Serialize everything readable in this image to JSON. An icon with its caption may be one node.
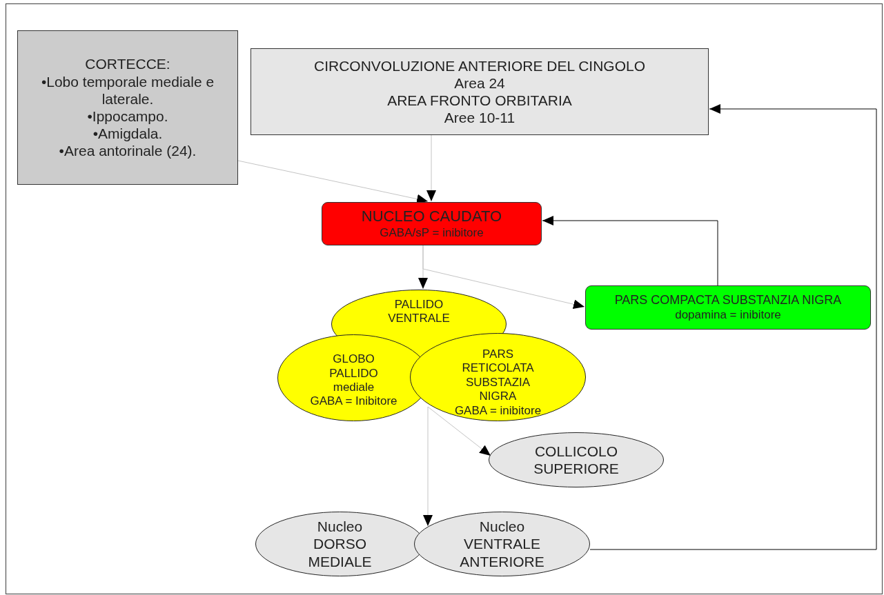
{
  "diagram": {
    "nodes": [
      {
        "text": [
          "CORTECCE:",
          "•Lobo temporale mediale e laterale.",
          "•Ippocampo.",
          "•Amigdala.",
          "•Area antorinale (24)."
        ]
      },
      {
        "text": [
          "CIRCONVOLUZIONE ANTERIORE DEL CINGOLO",
          "Area 24",
          "AREA FRONTO ORBITARIA",
          "Aree 10-11"
        ]
      },
      {
        "text": [
          "NUCLEO CAUDATO",
          "GABA/sP = inibitore"
        ]
      },
      {
        "text": [
          "PARS COMPACTA SUBSTANZIA NIGRA",
          "dopamina = inibitore"
        ]
      },
      {
        "text": [
          "PALLIDO VENTRALE"
        ]
      },
      {
        "text": [
          "GLOBO PALLIDO mediale",
          "GABA = Inibitore"
        ]
      },
      {
        "text": [
          "PARS RETICOLATA SUBSTAZIA NIGRA",
          "GABA = inibitore"
        ]
      },
      {
        "text": [
          "COLLICOLO SUPERIORE"
        ]
      },
      {
        "text": [
          "Nucleo DORSO MEDIALE"
        ]
      },
      {
        "text": [
          "Nucleo VENTRALE ANTERIORE"
        ]
      }
    ],
    "edges": [
      {
        "from": 0,
        "to": 2,
        "arrow": "to"
      },
      {
        "from": 1,
        "to": 2,
        "arrow": "to"
      },
      {
        "from": 2,
        "to": 4,
        "arrow": "to"
      },
      {
        "from": 2,
        "to": 3,
        "arrow": "to"
      },
      {
        "from": 3,
        "to": 2,
        "arrow": "to",
        "color": "#000000"
      },
      {
        "from": 9,
        "to": 1,
        "arrow": "to",
        "color": "#000000"
      },
      {
        "from": 6,
        "to": 7,
        "arrow": "to"
      },
      {
        "from": 6,
        "to": 9,
        "arrow": "to"
      }
    ]
  }
}
